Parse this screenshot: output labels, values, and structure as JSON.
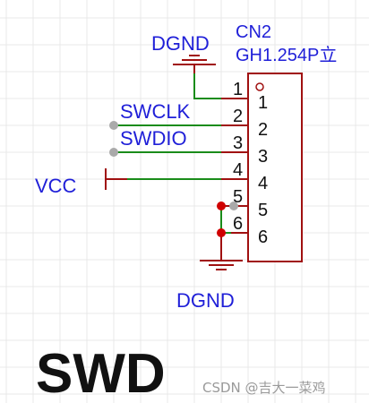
{
  "connector": {
    "refdes": "CN2",
    "value": "GH1.254P立",
    "outer_pins": [
      "1",
      "2",
      "3",
      "4",
      "5",
      "6"
    ],
    "inner_pins": [
      "1",
      "2",
      "3",
      "4",
      "5",
      "6"
    ]
  },
  "nets": {
    "dgnd_top": "DGND",
    "swclk": "SWCLK",
    "swdio": "SWDIO",
    "vcc": "VCC",
    "dgnd_bottom": "DGND"
  },
  "title": "SWD",
  "watermark": "CSDN @吉大一菜鸡",
  "colors": {
    "wire": "#1a8c1a",
    "part": "#a01010",
    "junction": "#d00000",
    "label": "#1f1fd8",
    "grid": "#e8e8e8"
  }
}
